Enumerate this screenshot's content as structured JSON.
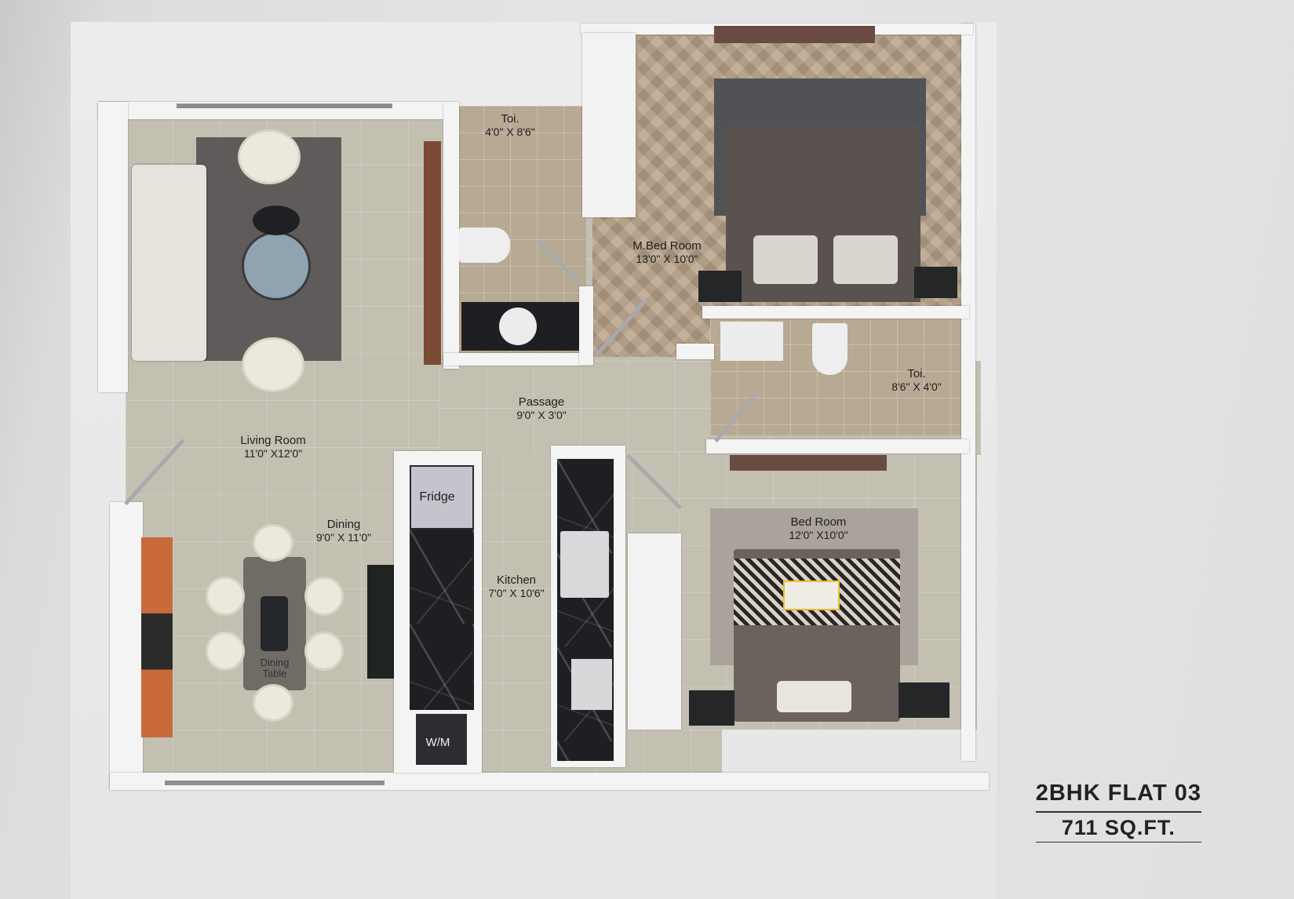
{
  "plan": {
    "title": "2BHK FLAT 03",
    "area": "711 SQ.FT."
  },
  "rooms": {
    "toilet_1": {
      "name": "Toi.",
      "dimensions": "4'0\" X 8'6\""
    },
    "master_bedroom": {
      "name": "M.Bed Room",
      "dimensions": "13'0\" X 10'0\""
    },
    "toilet_2": {
      "name": "Toi.",
      "dimensions": "8'6\" X 4'0\""
    },
    "passage": {
      "name": "Passage",
      "dimensions": "9'0\" X 3'0\""
    },
    "living_room": {
      "name": "Living Room",
      "dimensions": "11'0\" X12'0\""
    },
    "dining": {
      "name": "Dining",
      "dimensions": "9'0\" X 11'0\""
    },
    "kitchen": {
      "name": "Kitchen",
      "dimensions": "7'0\" X 10'6\""
    },
    "bedroom": {
      "name": "Bed Room",
      "dimensions": "12'0\" X10'0\""
    }
  },
  "fixtures": {
    "fridge": "Fridge",
    "washing_machine": "W/M",
    "dining_table_line1": "Dining",
    "dining_table_line2": "Table"
  },
  "colors": {
    "floor_tile": "#c3c0b2",
    "wood_floor": "#b59f86",
    "rug": "#5e5b5a",
    "marble_counter": "#1e1f22",
    "wall": "#f4f4f4"
  }
}
